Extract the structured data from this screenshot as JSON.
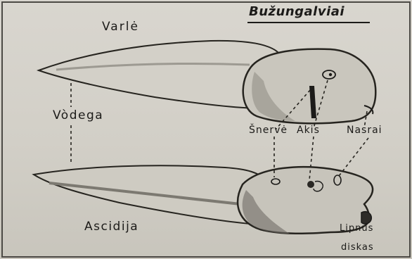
{
  "diagram": {
    "title": "Bužungalviai",
    "labels": {
      "frog": "Varlė",
      "tail": "Vòdega",
      "gill": "Šnervė",
      "eye": "Akis",
      "mouth": "Nasrai",
      "ascidian": "Ascidija",
      "adhesive_disc_line1": "Lipnus",
      "adhesive_disc_line2": "diskas"
    },
    "colors": {
      "paper": "#d5d2ca",
      "ink": "#1c1b19"
    }
  }
}
